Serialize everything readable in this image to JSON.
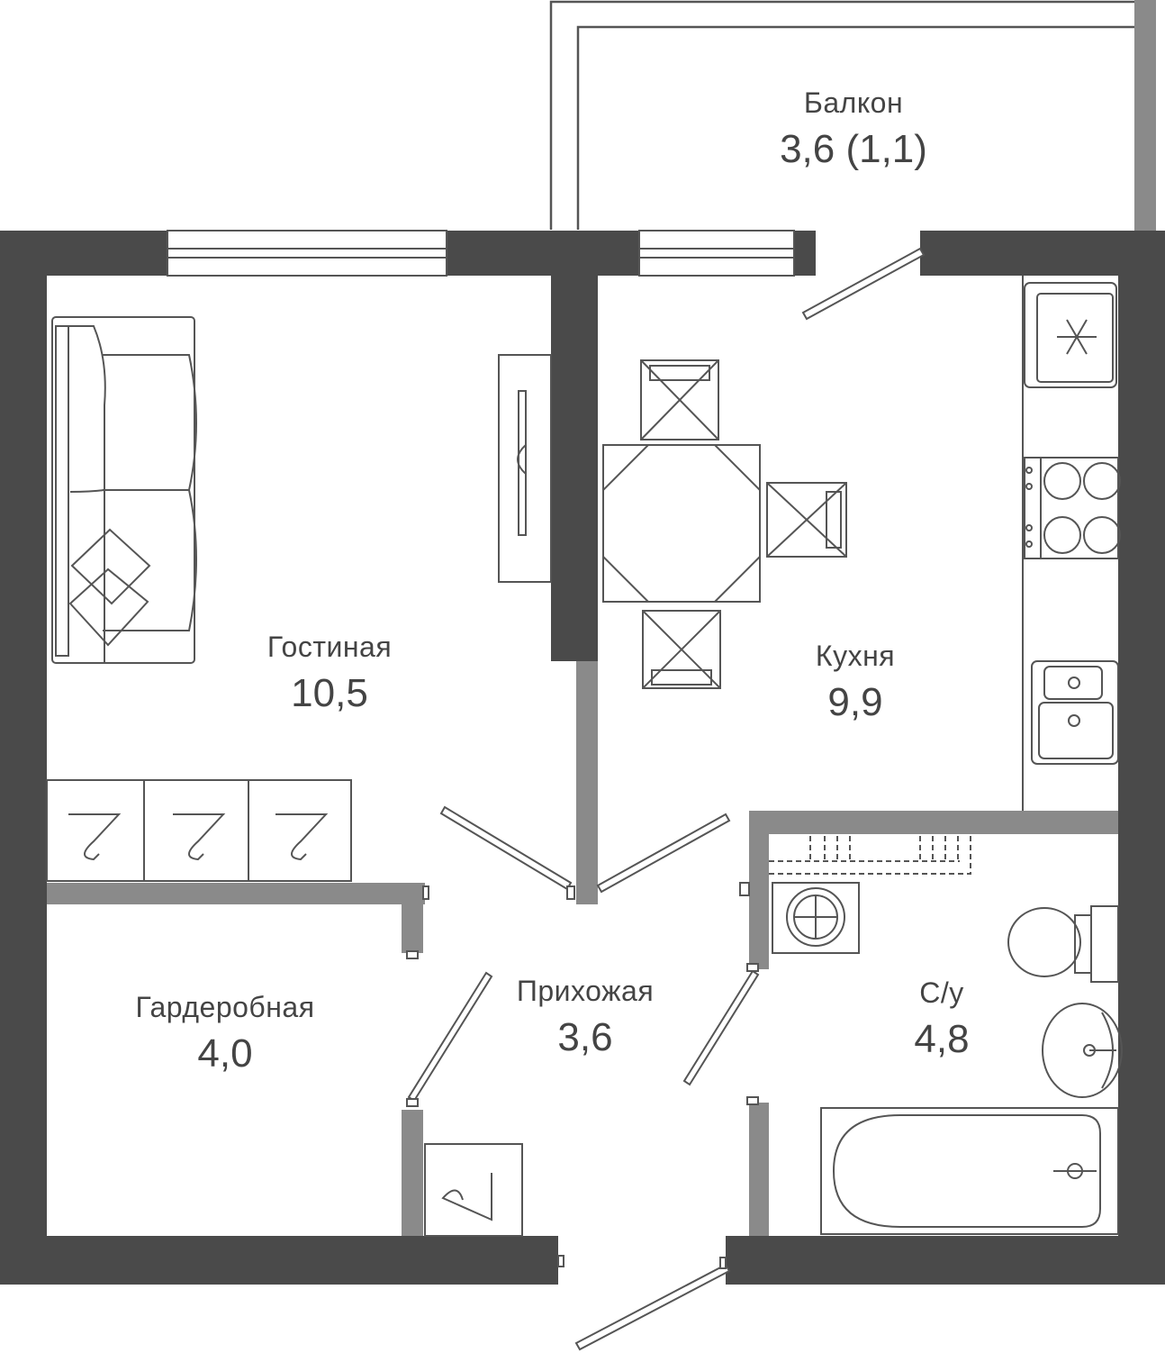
{
  "colors": {
    "wall_outer": "#4a4a4a",
    "wall_inner": "#8a8a8a",
    "line": "#555555",
    "background": "#ffffff",
    "text": "#444444"
  },
  "rooms": {
    "balcony": {
      "name": "Балкон",
      "area": "3,6 (1,1)"
    },
    "living": {
      "name": "Гостиная",
      "area": "10,5"
    },
    "kitchen": {
      "name": "Кухня",
      "area": "9,9"
    },
    "hall": {
      "name": "Прихожая",
      "area": "3,6"
    },
    "wardrobe": {
      "name": "Гардеробная",
      "area": "4,0"
    },
    "bathroom": {
      "name": "С/у",
      "area": "4,8"
    }
  },
  "icons": [
    "sofa-icon",
    "tv-icon",
    "dining-table-icon",
    "chair-icon",
    "fridge-icon",
    "stove-icon",
    "kitchen-sink-icon",
    "wardrobe-icon",
    "washing-machine-icon",
    "toilet-icon",
    "washbasin-icon",
    "bathtub-icon",
    "door-icon",
    "window-icon"
  ]
}
